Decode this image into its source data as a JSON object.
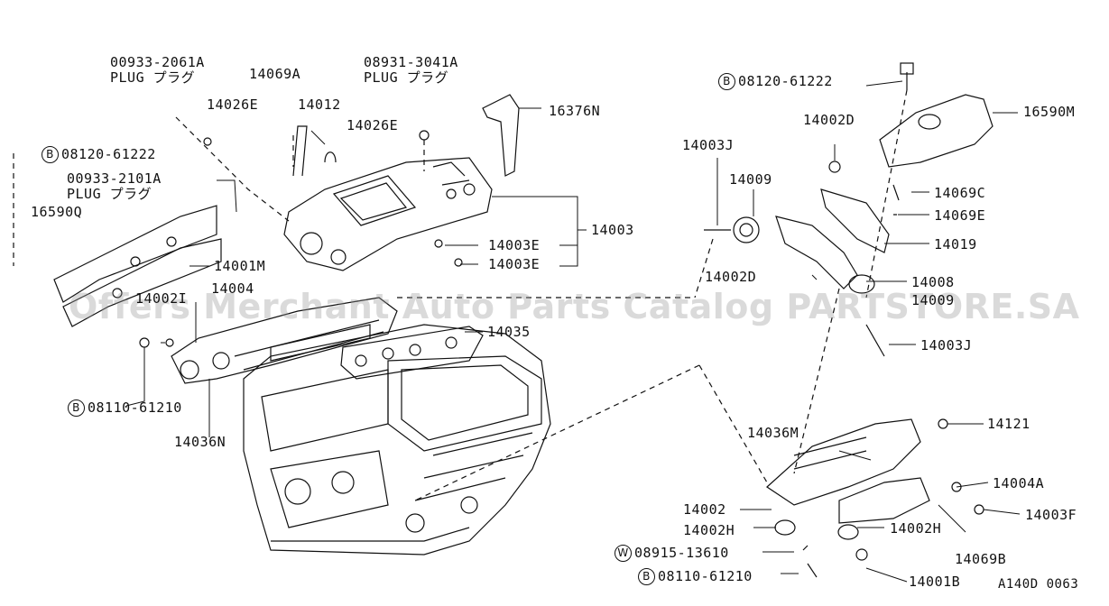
{
  "watermark": "Offers Merchant Auto Parts Catalog PARTSTORE.SA",
  "diagram_code": "A140D 0063",
  "callouts": {
    "c00933_2061A": "00933-2061A",
    "plug1": "PLUG プラグ",
    "c14069A": "14069A",
    "c08931_3041A": "08931-3041A",
    "plug2": "PLUG プラグ",
    "c14026E_a": "14026E",
    "c14012": "14012",
    "c14026E_b": "14026E",
    "c16376N": "16376N",
    "c08120_61222_left": "08120-61222",
    "c00933_2101A": "00933-2101A",
    "plug3": "PLUG プラグ",
    "c16590Q": "16590Q",
    "c14003": "14003",
    "c14003E_a": "14003E",
    "c14003E_b": "14003E",
    "c14001M": "14001M",
    "c14002I": "14002I",
    "c14004": "14004",
    "c14035": "14035",
    "c08110_61210_left": "08110-61210",
    "c14036N": "14036N",
    "c08120_61222_right": "08120-61222",
    "c16590M": "16590M",
    "c14002D_top": "14002D",
    "c14003J_top": "14003J",
    "c14009_top": "14009",
    "c14069C": "14069C",
    "c14069E": "14069E",
    "c14019": "14019",
    "c14002D_mid": "14002D",
    "c14008": "14008",
    "c14009_mid": "14009",
    "c14003J_mid": "14003J",
    "c14121": "14121",
    "c14036M": "14036M",
    "c14004A": "14004A",
    "c14002": "14002",
    "c14003F": "14003F",
    "c14002H_a": "14002H",
    "c14002H_b": "14002H",
    "c14069B": "14069B",
    "c08915_13610": "08915-13610",
    "c08110_61210_right": "08110-61210",
    "c14001B": "14001B"
  },
  "badges": {
    "B": "B",
    "W": "W"
  }
}
